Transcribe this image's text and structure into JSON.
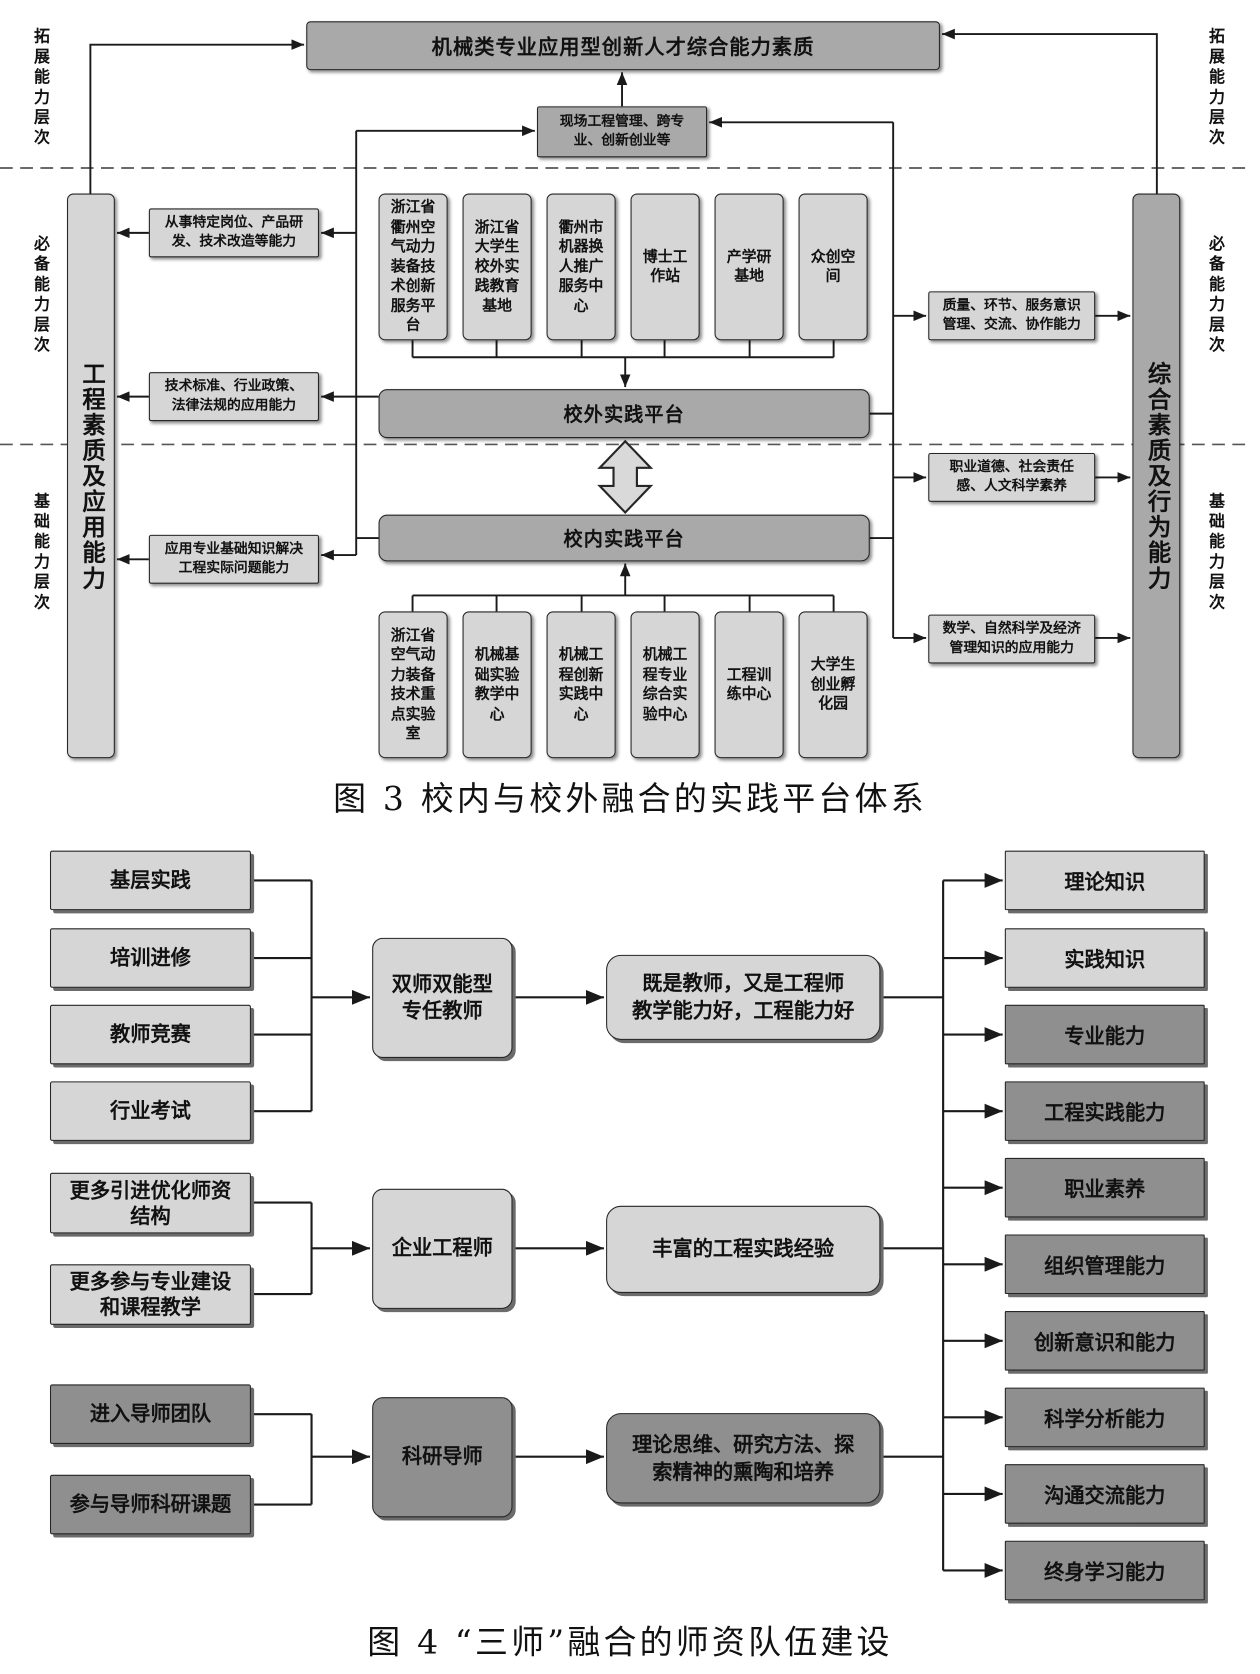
{
  "figure3": {
    "goal": "机械类专业应用型创新人才综合能力素质",
    "levels": {
      "expansion": "拓展能力层次",
      "required": "必备能力层次",
      "basic": "基础能力层次"
    },
    "left_column": "工程素质及应用能力",
    "right_column": "综合素质及行为能力",
    "field_management": "现场工程管理、跨专\n业、创新创业等",
    "left_outcomes": [
      "从事特定岗位、产品研\n发、技术改造等能力",
      "技术标准、行业政策、\n法律法规的应用能力",
      "应用专业基础知识解决\n工程实际问题能力"
    ],
    "right_outcomes": [
      "质量、环节、服务意识\n管理、交流、协作能力",
      "职业道德、社会责任\n感、人文科学素养",
      "数学、自然科学及经济\n管理知识的应用能力"
    ],
    "off_campus_units": [
      "浙江省衢州空气动力装备技术创新服务平台",
      "浙江省大学生校外实践教育基地",
      "衢州市机器换人推广服务中心",
      "博士工作站",
      "产学研基地",
      "众创空间"
    ],
    "off_campus_platform": "校外实践平台",
    "on_campus_platform": "校内实践平台",
    "on_campus_units": [
      "浙江省空气动力装备技术重点实验室",
      "机械基础实验教学中心",
      "机械工程创新实践中心",
      "机械工程专业综合实验中心",
      "工程训练中心",
      "大学生创业孵化园"
    ],
    "caption": "图 3 校内与校外融合的实践平台体系"
  },
  "figure4": {
    "inputs": [
      "基层实践",
      "培训进修",
      "教师竞赛",
      "行业考试",
      "更多引进优化师资\n结构",
      "更多参与专业建设\n和课程教学",
      "进入导师团队",
      "参与导师科研课题"
    ],
    "teacher_types": [
      "双师双能型\n专任教师",
      "企业工程师",
      "科研导师"
    ],
    "strengths": [
      "既是教师，又是工程师\n教学能力好，工程能力好",
      "丰富的工程实践经验",
      "理论思维、研究方法、探\n索精神的熏陶和培养"
    ],
    "competencies": [
      "理论知识",
      "实践知识",
      "专业能力",
      "工程实践能力",
      "职业素养",
      "组织管理能力",
      "创新意识和能力",
      "科学分析能力",
      "沟通交流能力",
      "终身学习能力"
    ],
    "caption": "图 4 “三师”融合的师资队伍建设"
  },
  "colors": {
    "light_fill": "#d6d6d6",
    "medium_fill": "#a9a9a9",
    "dark_fill": "#8f8f8f",
    "line": "#1a1a1a"
  }
}
